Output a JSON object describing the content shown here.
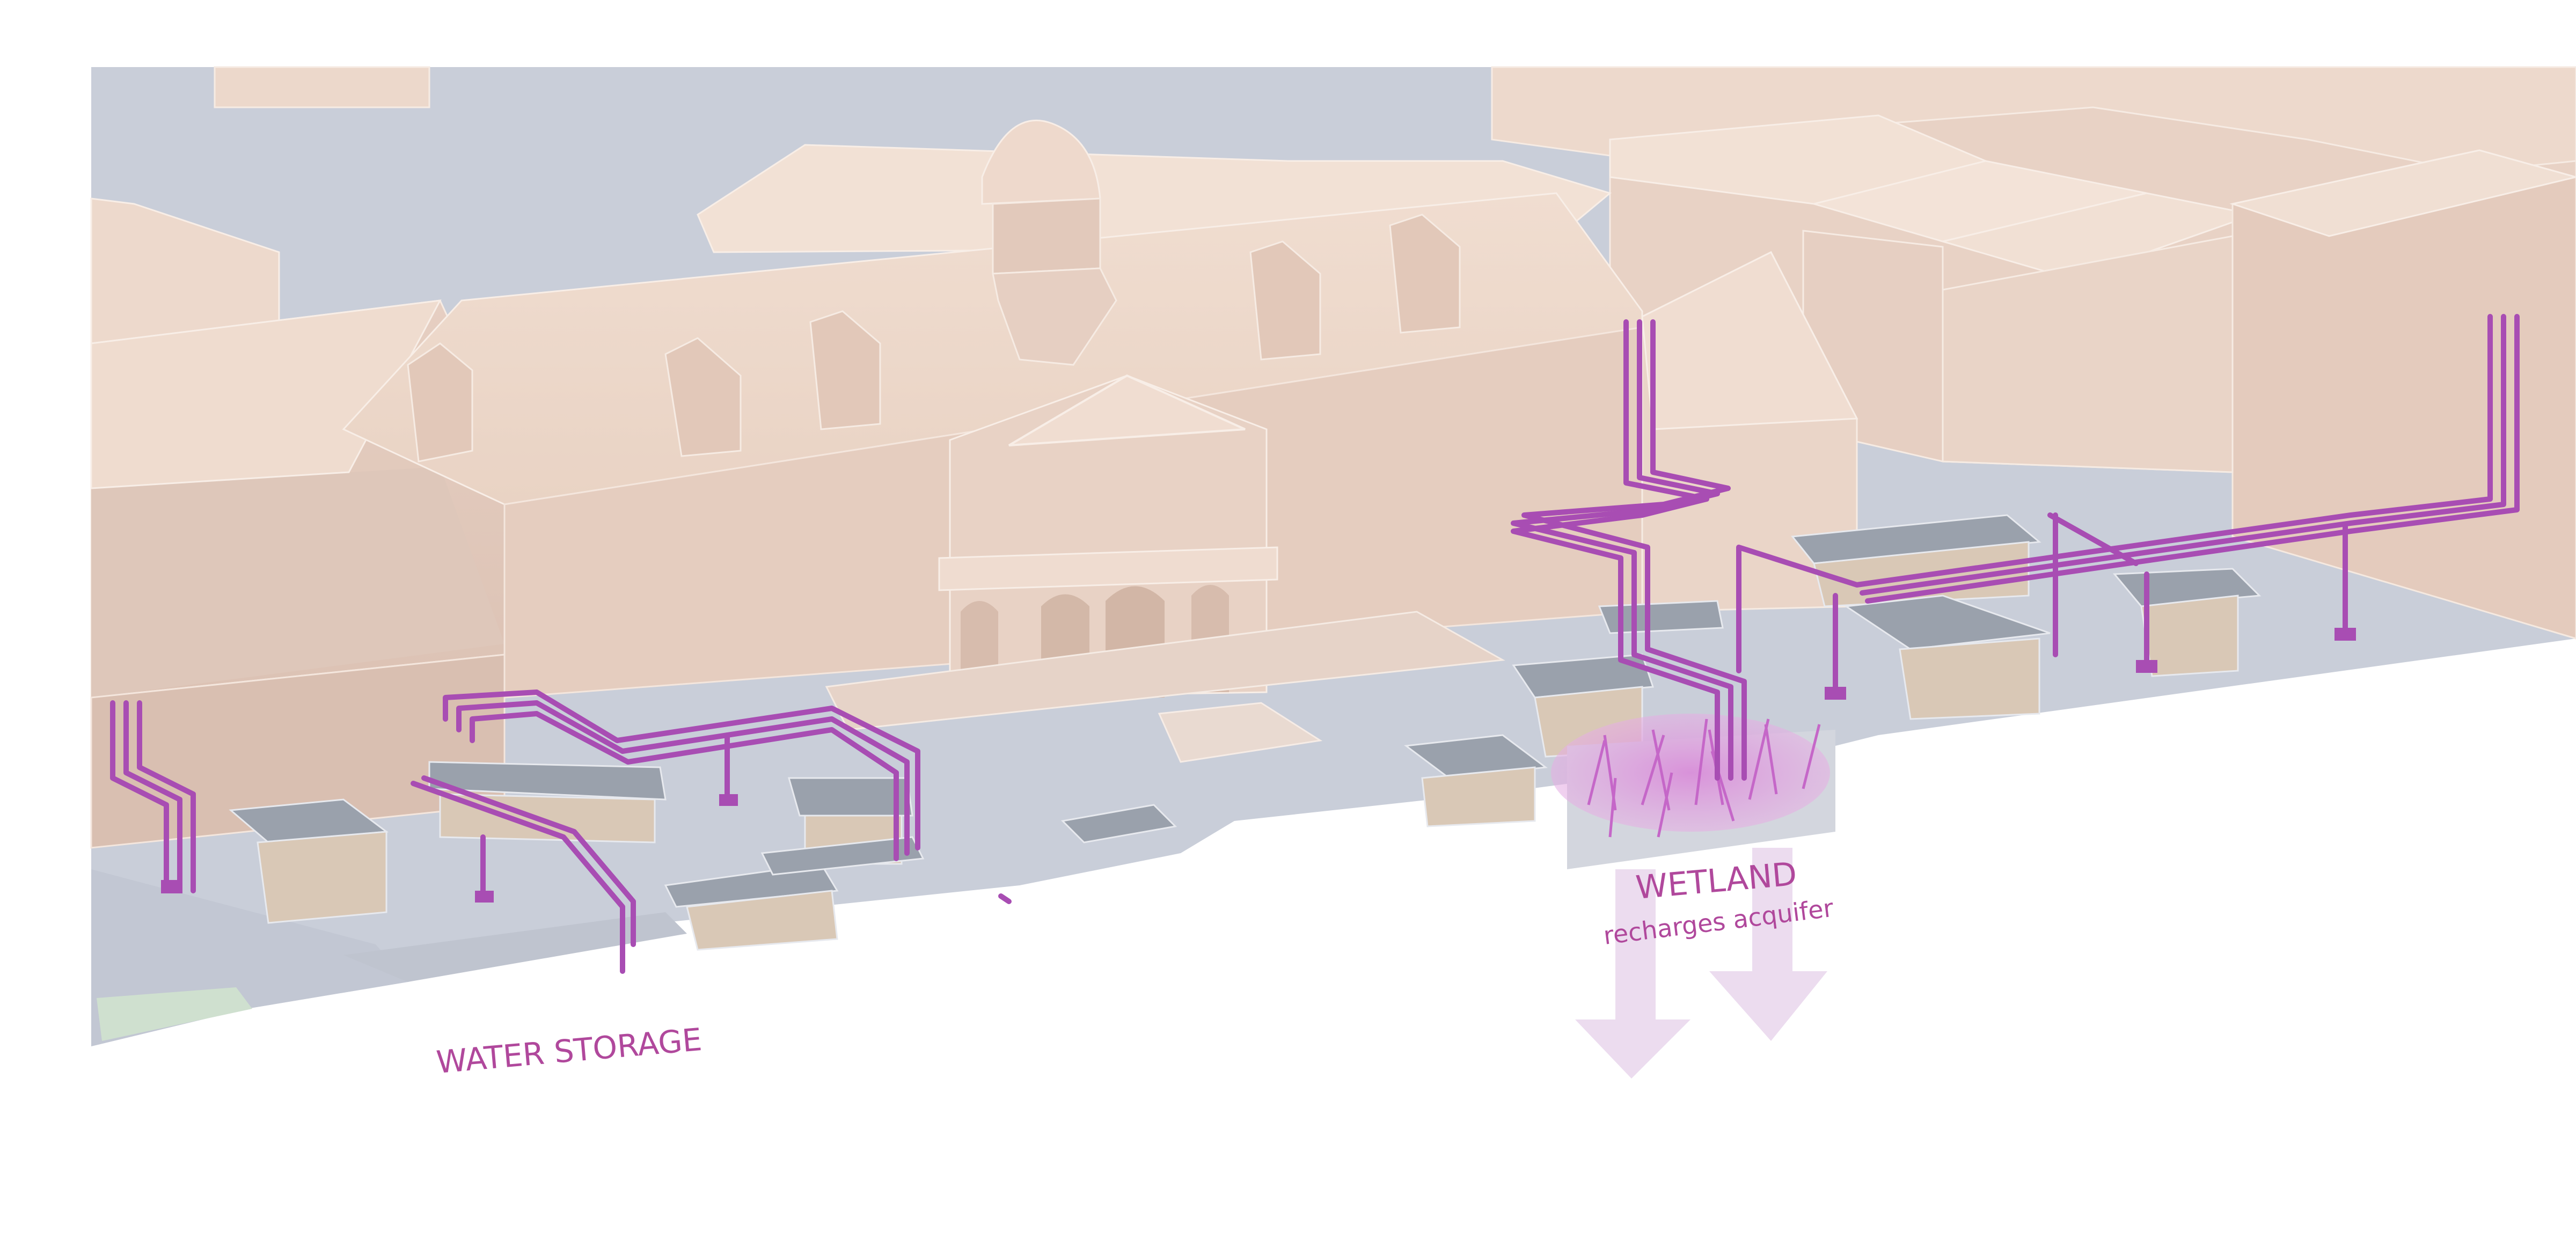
{
  "labels": {
    "water_storage": "WATER STORAGE",
    "wetland_title": "WETLAND",
    "wetland_sub": "recharges acquifer"
  },
  "colors": {
    "pipe": "#a84db3",
    "label": "#b0489c",
    "arrow": "#ecdcef",
    "ground": "#c9ced9",
    "building": "#ead7ca",
    "roof": "#f1dfd2",
    "wetland": "#d68ad9",
    "canopy": "#9ba2ad"
  },
  "icons": [
    "down-arrow-icon",
    "down-arrow-icon"
  ]
}
